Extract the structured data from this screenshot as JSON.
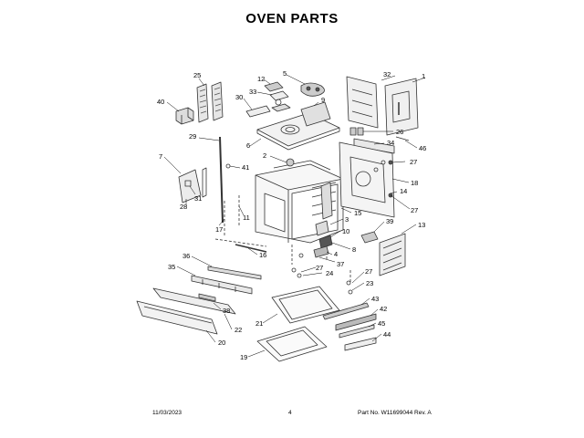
{
  "title": "OVEN PARTS",
  "footer": {
    "date": "11/03/2023",
    "page": "4",
    "part_number": "Part No.  W11699044  Rev. A"
  },
  "callouts": [
    "25",
    "40",
    "12",
    "5",
    "33",
    "30",
    "9",
    "32",
    "1",
    "29",
    "6",
    "2",
    "26",
    "34",
    "46",
    "7",
    "41",
    "27",
    "31",
    "18",
    "14",
    "28",
    "17",
    "11",
    "27",
    "15",
    "39",
    "13",
    "3",
    "10",
    "16",
    "8",
    "4",
    "37",
    "36",
    "35",
    "27",
    "24",
    "27",
    "23",
    "38",
    "22",
    "21",
    "43",
    "42",
    "20",
    "45",
    "44",
    "19"
  ]
}
